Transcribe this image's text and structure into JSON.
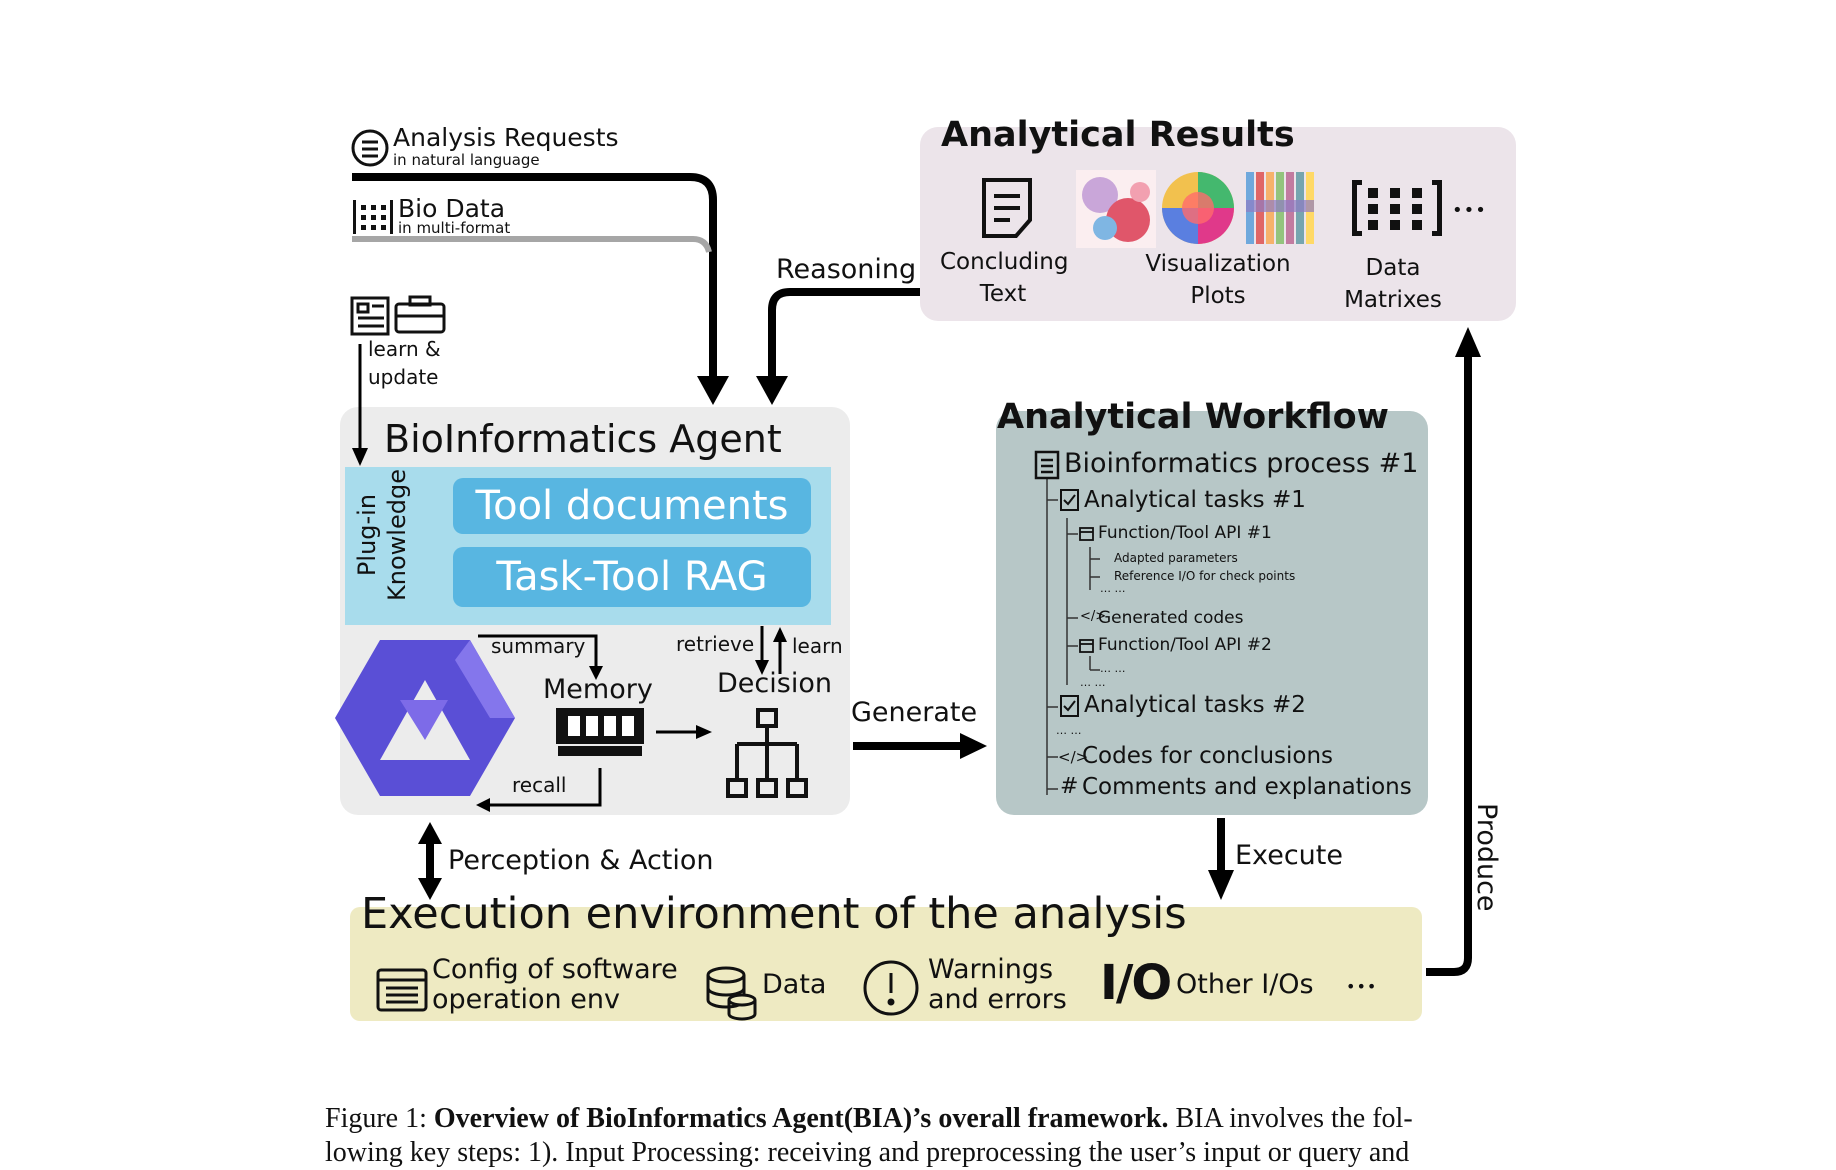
{
  "inputs": {
    "analysis_requests": "Analysis Requests",
    "analysis_requests_sub": "in natural language",
    "bio_data": "Bio Data",
    "bio_data_sub": "in multi-format",
    "learn_update": [
      "learn &",
      "update"
    ]
  },
  "agent": {
    "title": "BioInformatics Agent",
    "plugin_label": [
      "Plug-in",
      "Knowledge"
    ],
    "tool_documents": "Tool documents",
    "task_tool_rag": "Task-Tool RAG",
    "summary": "summary",
    "memory": "Memory",
    "recall": "recall",
    "retrieve": "retrieve",
    "learn": "learn",
    "decision": "Decision"
  },
  "results": {
    "title": "Analytical  Results",
    "items": [
      {
        "label": [
          "Concluding",
          "Text"
        ],
        "icon": "document-icon"
      },
      {
        "label": [
          "Visualization",
          "Plots"
        ],
        "icon": "plots-thumbnail"
      },
      {
        "label": [
          "Data",
          "Matrixes"
        ],
        "icon": "matrix-icon"
      }
    ],
    "more": "•••"
  },
  "workflow": {
    "title": "Analytical  Workflow",
    "process": "Bioinformatics process #1",
    "task1": "Analytical tasks #1",
    "api1": "Function/Tool API #1",
    "params": "Adapted parameters",
    "ref_io": "Reference I/O for check points",
    "dots": "… …",
    "generated_codes": "Generated codes",
    "api2": "Function/Tool API #2",
    "task2": "Analytical tasks #2",
    "codes_conclusions": "Codes for conclusions",
    "comments": "Comments and explanations"
  },
  "arrows": {
    "reasoning": "Reasoning",
    "generate": "Generate",
    "execute": "Execute",
    "produce": "Produce",
    "perception": "Perception & Action"
  },
  "execution": {
    "title": "Execution environment of the analysis",
    "config": [
      "Config of software",
      "operation env"
    ],
    "data": "Data",
    "warnings": [
      "Warnings",
      "and errors"
    ],
    "io_symbol": "I/O",
    "other_ios": "Other I/Os",
    "more": "•••"
  },
  "caption": {
    "label": "Figure 1:",
    "bold": "Overview of BioInformatics Agent(BIA)’s overall framework.",
    "rest": " BIA involves the fol-",
    "line2": "lowing key steps: 1). Input Processing: receiving and preprocessing the user’s input or query and"
  },
  "colors": {
    "agent_bg": "#ececec",
    "plugin_bg": "#a8dcec",
    "button_blue": "#58b6e1",
    "results_bg": "#ece4ea",
    "workflow_bg": "#b7c7c7",
    "exec_bg": "#eeeac2",
    "logo_blue": "#5a4fd6"
  }
}
